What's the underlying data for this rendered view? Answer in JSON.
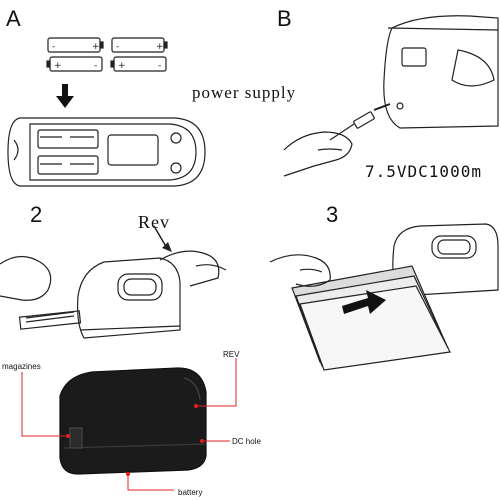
{
  "steps": {
    "a": "A",
    "b": "B",
    "two": "2",
    "three": "3"
  },
  "notes": {
    "power_supply": "power supply",
    "voltage": "7.5VDC1000m",
    "rev_arrow": "Rev"
  },
  "callouts": {
    "magazines": "magazines",
    "rev": "REV",
    "dc_hole": "DC hole",
    "battery": "battery"
  },
  "colors": {
    "callout_line": "#e02020",
    "stapler_body": "#1b1b1b",
    "outline": "#222222"
  }
}
